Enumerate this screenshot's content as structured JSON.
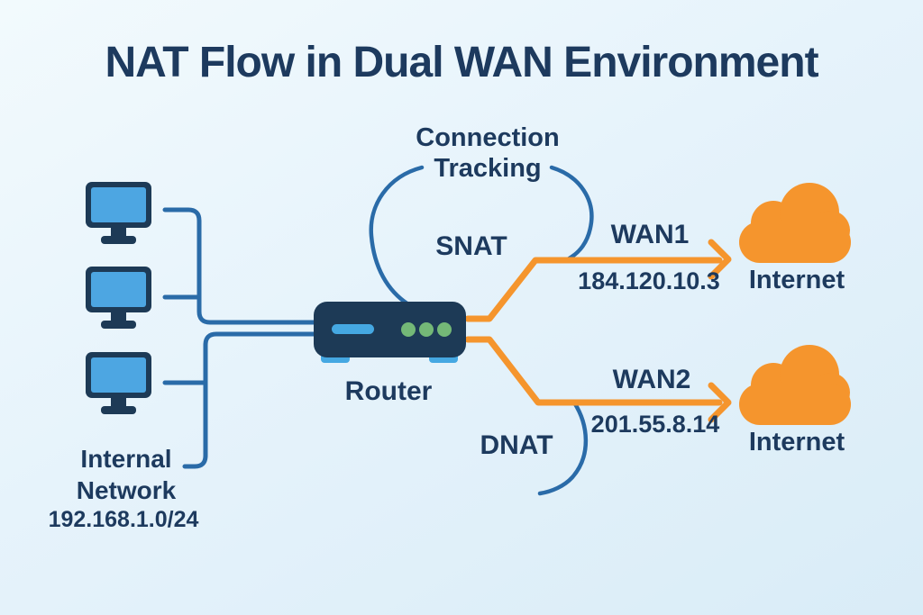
{
  "title": "NAT Flow in Dual WAN Environment",
  "internal_network": {
    "label_line1": "Internal",
    "label_line2": "Network",
    "subnet": "192.168.1.0/24",
    "device_count": 3
  },
  "router": {
    "label": "Router"
  },
  "connection_tracking": {
    "line1": "Connection",
    "line2": "Tracking"
  },
  "nat_labels": {
    "snat": "SNAT",
    "dnat": "DNAT"
  },
  "wan_links": [
    {
      "name": "WAN1",
      "ip": "184.120.10.3",
      "destination": "Internet"
    },
    {
      "name": "WAN2",
      "ip": "201.55.8.14",
      "destination": "Internet"
    }
  ],
  "colors": {
    "background_top": "#f2fafd",
    "background_bottom": "#d9ecf7",
    "navy_text": "#1d3a5e",
    "line_blue": "#2a6ba8",
    "device_screen_blue": "#4da6e2",
    "device_dark": "#1d3a56",
    "orange": "#f5952d",
    "led_green": "#74b877"
  }
}
